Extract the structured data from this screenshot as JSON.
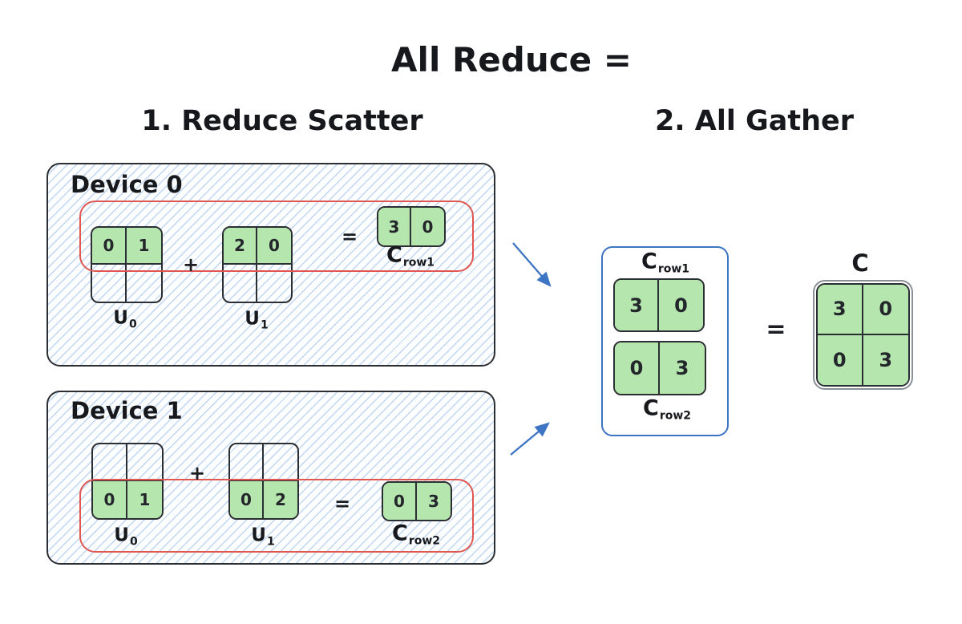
{
  "title": "All Reduce =",
  "headings": {
    "step1": "1. Reduce Scatter",
    "step2": "2. All Gather"
  },
  "operators": {
    "plus": "+",
    "equals": "="
  },
  "colors": {
    "green_fill": "#b5e6ae",
    "red_outline": "#e05752",
    "blue_accent": "#3d74c4",
    "ink": "#23262b",
    "hatch_line": "#bcd8f4"
  },
  "device0": {
    "label": "Device 0",
    "u0": {
      "label": {
        "base": "U",
        "sub": "0"
      },
      "cells": [
        [
          "0",
          "1"
        ],
        [
          "",
          ""
        ]
      ]
    },
    "u1": {
      "label": {
        "base": "U",
        "sub": "1"
      },
      "cells": [
        [
          "2",
          "0"
        ],
        [
          "",
          ""
        ]
      ]
    },
    "result": {
      "label": {
        "base": "C",
        "sub": "row1"
      },
      "cells": [
        "3",
        "0"
      ]
    }
  },
  "device1": {
    "label": "Device 1",
    "u0": {
      "label": {
        "base": "U",
        "sub": "0"
      },
      "cells": [
        [
          "",
          ""
        ],
        [
          "0",
          "1"
        ]
      ]
    },
    "u1": {
      "label": {
        "base": "U",
        "sub": "1"
      },
      "cells": [
        [
          "",
          ""
        ],
        [
          "0",
          "2"
        ]
      ]
    },
    "result": {
      "label": {
        "base": "C",
        "sub": "row2"
      },
      "cells": [
        "0",
        "3"
      ]
    }
  },
  "gather": {
    "row1": {
      "label": {
        "base": "C",
        "sub": "row1"
      },
      "cells": [
        "3",
        "0"
      ]
    },
    "row2": {
      "label": {
        "base": "C",
        "sub": "row2"
      },
      "cells": [
        "0",
        "3"
      ]
    }
  },
  "final": {
    "label": "C",
    "cells": [
      [
        "3",
        "0"
      ],
      [
        "0",
        "3"
      ]
    ]
  }
}
